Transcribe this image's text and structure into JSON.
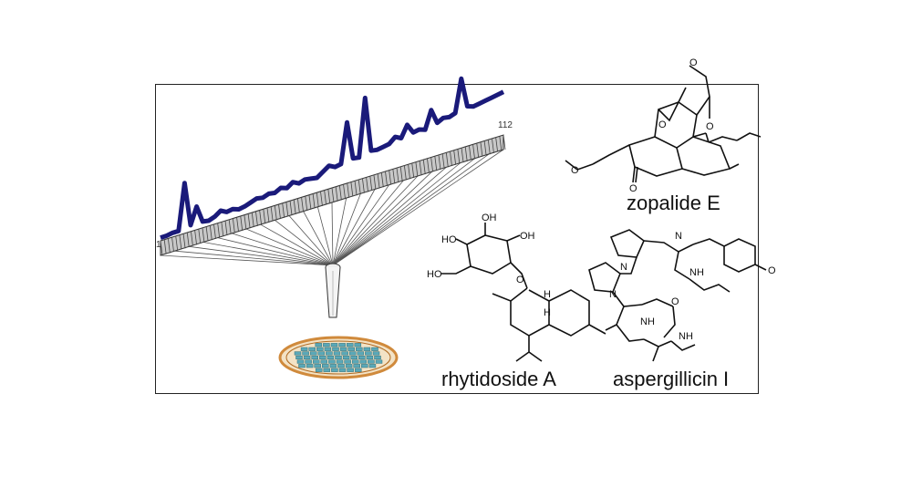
{
  "figure": {
    "axis_start_label": "1",
    "axis_end_label": "112",
    "compounds": [
      {
        "name": "zopalide E"
      },
      {
        "name": "rhytidoside A"
      },
      {
        "name": "aspergillicin I"
      }
    ]
  },
  "atom_labels": {
    "oxygen": "O",
    "nitrogen": "N",
    "hydroxyl": "OH",
    "hydroxyl_left": "HO",
    "amide_nh": "NH",
    "hydrogen": "H"
  },
  "colors": {
    "trace": "#1a1a7a",
    "axis_band": "#c8c8c8",
    "plate_ring": "#d08a3c",
    "plate_well": "#5aa8b8"
  },
  "chart_data": {
    "type": "line",
    "series": [
      {
        "values": [
          3,
          3,
          4,
          4,
          48,
          6,
          22,
          6,
          5,
          7,
          11,
          8,
          9,
          7,
          8,
          10,
          12,
          11,
          13,
          12,
          15,
          13,
          17,
          14,
          16,
          15,
          14,
          18,
          22,
          19,
          20,
          58,
          22,
          21,
          76,
          24,
          23,
          24,
          25,
          30,
          27,
          38,
          29,
          30,
          28,
          45,
          31,
          34,
          33,
          35,
          66,
          38,
          36,
          37,
          38,
          39,
          40,
          41
        ]
      }
    ]
  }
}
